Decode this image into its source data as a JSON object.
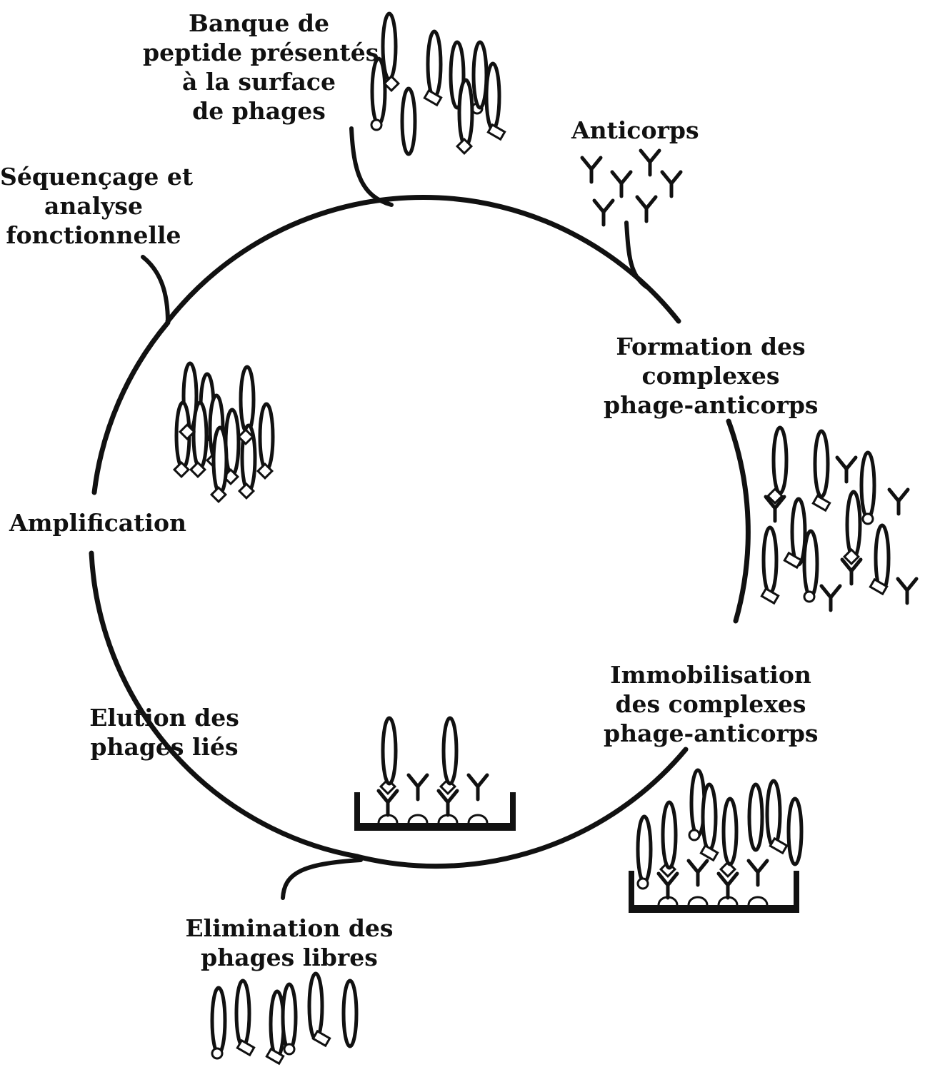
{
  "steps": {
    "library": {
      "lines": [
        "Banque de",
        "peptide présentés",
        "à la surface",
        "de phages"
      ]
    },
    "antibodies": {
      "lines": [
        "Anticorps"
      ]
    },
    "formation": {
      "lines": [
        "Formation des",
        "complexes",
        "phage-anticorps"
      ]
    },
    "immobilisation": {
      "lines": [
        "Immobilisation",
        "des complexes",
        "phage-anticorps"
      ]
    },
    "elimination": {
      "lines": [
        "Elimination  des",
        "phages libres"
      ]
    },
    "elution": {
      "lines": [
        "Elution des",
        "phages liés"
      ]
    },
    "amplification": {
      "lines": [
        "Amplification"
      ]
    },
    "sequencing": {
      "lines": [
        "Séquençage et",
        "analyse",
        "fonctionnelle"
      ]
    }
  }
}
